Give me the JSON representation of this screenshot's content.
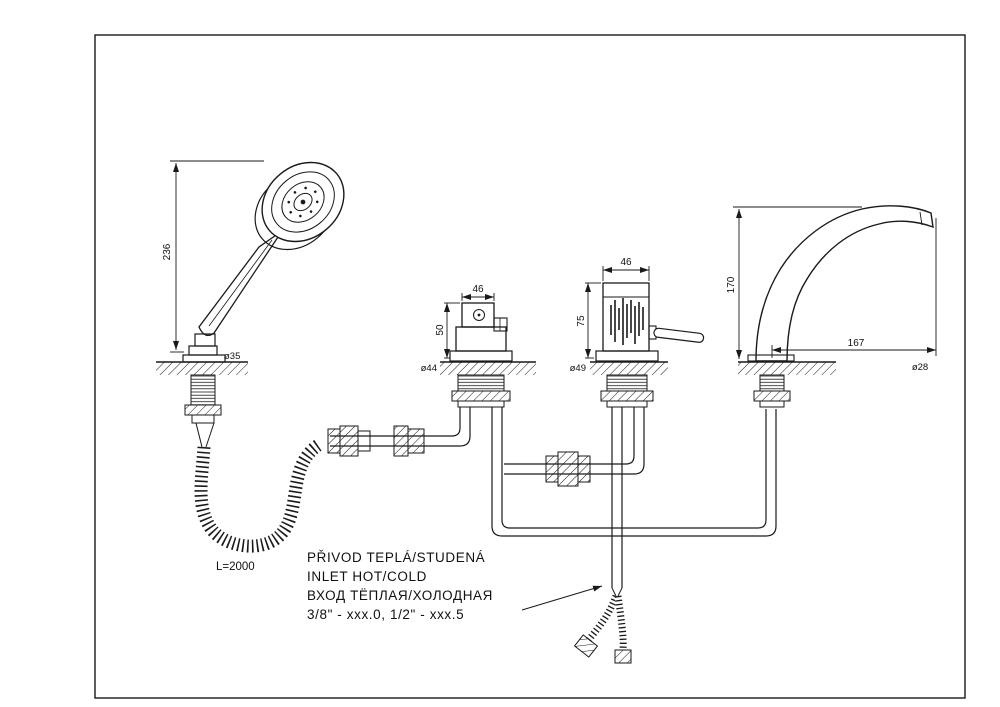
{
  "dims": {
    "shower_height": "236",
    "shower_dia": "ø35",
    "hose_length": "L=2000",
    "diverter_width": "46",
    "diverter_height": "50",
    "diverter_dia": "ø44",
    "mixer_width": "46",
    "mixer_height": "75",
    "mixer_dia": "ø49",
    "spout_height": "170",
    "spout_reach": "167",
    "spout_dia": "ø28"
  },
  "note": {
    "line1": "PŘIVOD TEPLÁ/STUDENÁ",
    "line2": "INLET HOT/COLD",
    "line3": "ВХОД ТЁПЛАЯ/ХОЛОДНАЯ",
    "line4": "3/8\" - xxx.0, 1/2\" - xxx.5"
  }
}
